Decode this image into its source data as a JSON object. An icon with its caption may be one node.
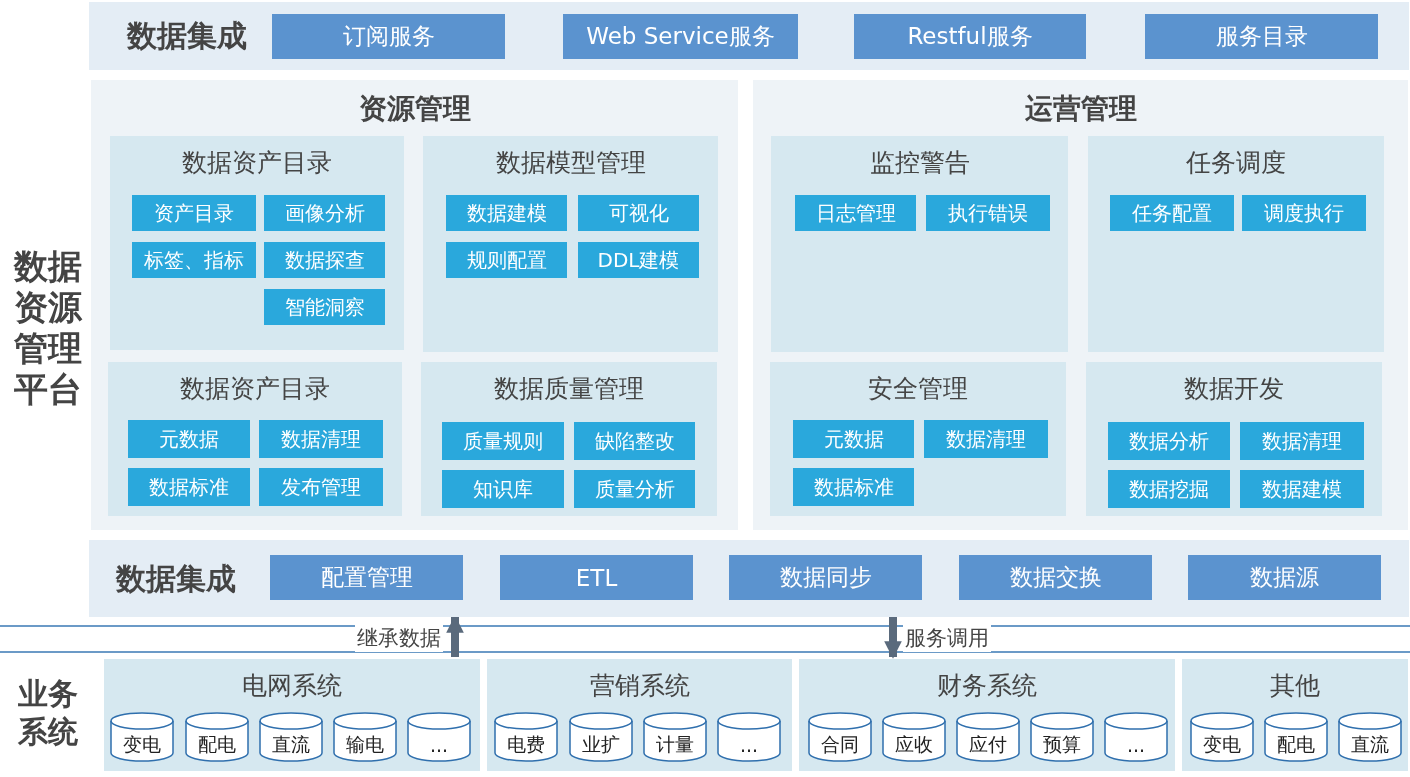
{
  "diagram": {
    "nodes": [
      {
        "text": [
          "数据集成"
        ]
      },
      {
        "text": [
          "订阅服务"
        ],
        "in": 0
      },
      {
        "text": [
          "Web Service服务"
        ],
        "in": 0
      },
      {
        "text": [
          "Restful服务"
        ],
        "in": 0
      },
      {
        "text": [
          "服务目录"
        ],
        "in": 0
      },
      {
        "text": [
          "资源管理"
        ]
      },
      {
        "text": [
          "数据资产目录"
        ],
        "in": 5
      },
      {
        "text": [
          "资产目录"
        ],
        "in": 6
      },
      {
        "text": [
          "画像分析"
        ],
        "in": 6
      },
      {
        "text": [
          "标签、指标"
        ],
        "in": 6
      },
      {
        "text": [
          "数据探查"
        ],
        "in": 6
      },
      {
        "text": [
          "智能洞察"
        ],
        "in": 6
      },
      {
        "text": [
          "数据模型管理"
        ],
        "in": 5
      },
      {
        "text": [
          "数据建模"
        ],
        "in": 12
      },
      {
        "text": [
          "可视化"
        ],
        "in": 12
      },
      {
        "text": [
          "规则配置"
        ],
        "in": 12
      },
      {
        "text": [
          "DDL建模"
        ],
        "in": 12
      },
      {
        "text": [
          "数据资产目录"
        ],
        "in": 5
      },
      {
        "text": [
          "元数据"
        ],
        "in": 17
      },
      {
        "text": [
          "数据清理"
        ],
        "in": 17
      },
      {
        "text": [
          "数据标准"
        ],
        "in": 17
      },
      {
        "text": [
          "发布管理"
        ],
        "in": 17
      },
      {
        "text": [
          "数据质量管理"
        ],
        "in": 5
      },
      {
        "text": [
          "质量规则"
        ],
        "in": 22
      },
      {
        "text": [
          "缺陷整改"
        ],
        "in": 22
      },
      {
        "text": [
          "知识库"
        ],
        "in": 22
      },
      {
        "text": [
          "质量分析"
        ],
        "in": 22
      },
      {
        "text": [
          "运营管理"
        ]
      },
      {
        "text": [
          "监控警告"
        ],
        "in": 27
      },
      {
        "text": [
          "日志管理"
        ],
        "in": 28
      },
      {
        "text": [
          "执行错误"
        ],
        "in": 28
      },
      {
        "text": [
          "任务调度"
        ],
        "in": 27
      },
      {
        "text": [
          "任务配置"
        ],
        "in": 31
      },
      {
        "text": [
          "调度执行"
        ],
        "in": 31
      },
      {
        "text": [
          "安全管理"
        ],
        "in": 27
      },
      {
        "text": [
          "元数据"
        ],
        "in": 34
      },
      {
        "text": [
          "数据清理"
        ],
        "in": 34
      },
      {
        "text": [
          "数据标准"
        ],
        "in": 34
      },
      {
        "text": [
          "数据开发"
        ],
        "in": 27
      },
      {
        "text": [
          "数据分析"
        ],
        "in": 38
      },
      {
        "text": [
          "数据清理"
        ],
        "in": 38
      },
      {
        "text": [
          "数据挖掘"
        ],
        "in": 38
      },
      {
        "text": [
          "数据建模"
        ],
        "in": 38
      },
      {
        "text": [
          "数据集成"
        ]
      },
      {
        "text": [
          "配置管理"
        ],
        "in": 43
      },
      {
        "text": [
          "ETL"
        ],
        "in": 43
      },
      {
        "text": [
          "数据同步"
        ],
        "in": 43
      },
      {
        "text": [
          "数据交换"
        ],
        "in": 43
      },
      {
        "text": [
          "数据源"
        ],
        "in": 43
      },
      {
        "text": [
          "业务系统"
        ]
      },
      {
        "text": [
          "电网系统"
        ],
        "in": 49
      },
      {
        "text": [
          "变电"
        ],
        "in": 50
      },
      {
        "text": [
          "配电"
        ],
        "in": 50
      },
      {
        "text": [
          "直流"
        ],
        "in": 50
      },
      {
        "text": [
          "输电"
        ],
        "in": 50
      },
      {
        "text": [
          "..."
        ],
        "in": 50
      },
      {
        "text": [
          "营销系统"
        ],
        "in": 49
      },
      {
        "text": [
          "电费"
        ],
        "in": 56
      },
      {
        "text": [
          "业扩"
        ],
        "in": 56
      },
      {
        "text": [
          "计量"
        ],
        "in": 56
      },
      {
        "text": [
          "..."
        ],
        "in": 56
      },
      {
        "text": [
          "财务系统"
        ],
        "in": 49
      },
      {
        "text": [
          "合同"
        ],
        "in": 61
      },
      {
        "text": [
          "应收"
        ],
        "in": 61
      },
      {
        "text": [
          "应付"
        ],
        "in": 61
      },
      {
        "text": [
          "预算"
        ],
        "in": 61
      },
      {
        "text": [
          "..."
        ],
        "in": 61
      },
      {
        "text": [
          "其他"
        ],
        "in": 49
      },
      {
        "text": [
          "变电"
        ],
        "in": 67
      },
      {
        "text": [
          "配电"
        ],
        "in": 67
      },
      {
        "text": [
          "直流"
        ],
        "in": 67
      }
    ],
    "edges": [
      {
        "from": 49,
        "to": 43,
        "arrow": "to",
        "label": "继承数据"
      },
      {
        "from": 43,
        "to": 49,
        "arrow": "to",
        "label": "服务调用"
      }
    ],
    "labels": [
      "数据资源管理平台"
    ]
  }
}
